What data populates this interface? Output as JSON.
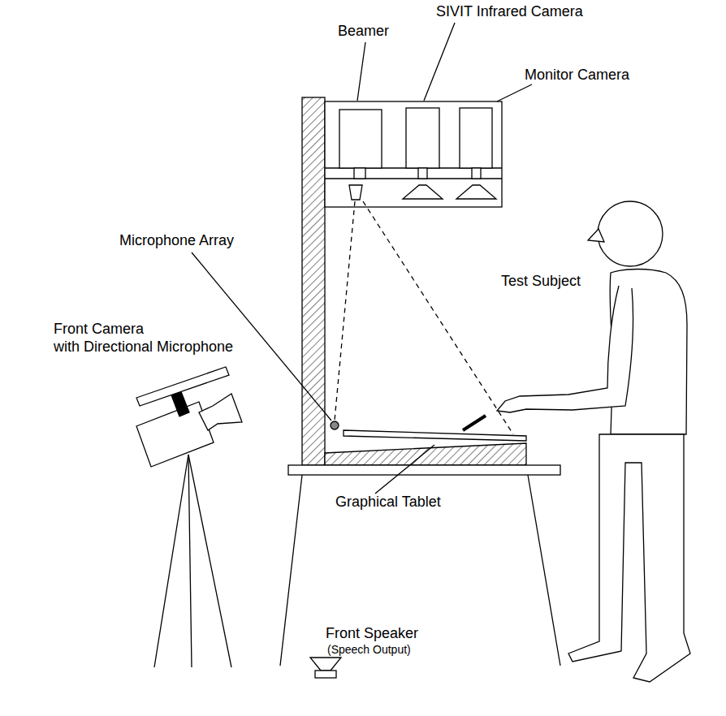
{
  "diagram": {
    "labels": [
      "SIVIT Infrared Camera",
      "Beamer",
      "Monitor Camera",
      "Microphone Array",
      "Test Subject",
      "Front Camera with Directional Microphone",
      "Graphical Tablet",
      "Front Speaker",
      "(Speech Output)"
    ]
  }
}
